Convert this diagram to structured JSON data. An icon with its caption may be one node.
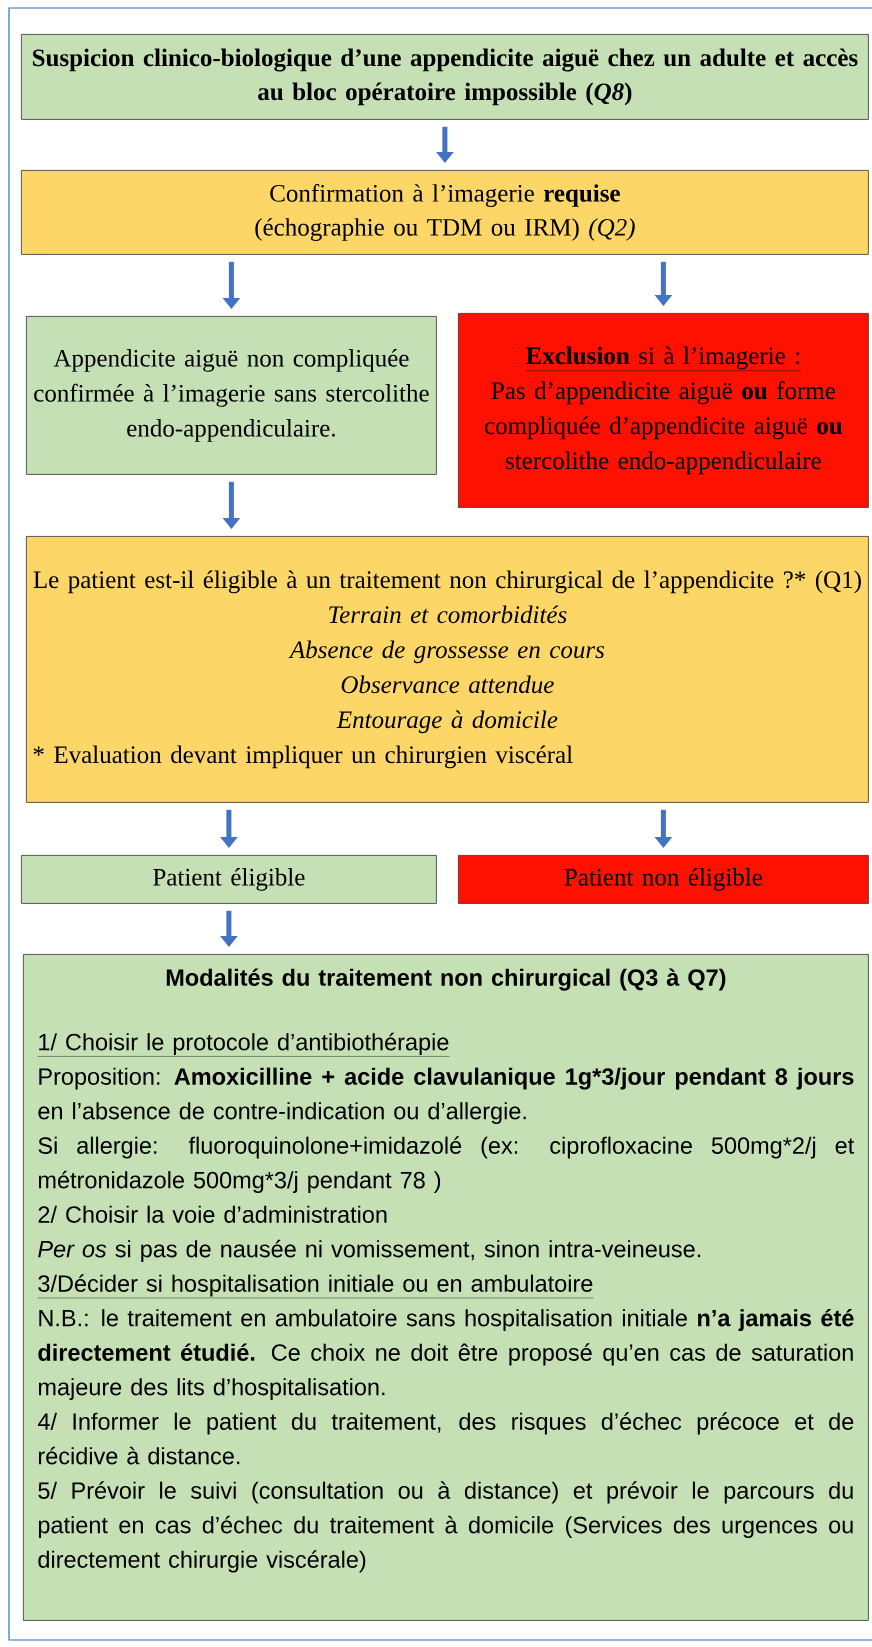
{
  "diagram": {
    "nodes": [
      {
        "text": [
          "Suspicion clinico-biologique d’une appendicite aiguë chez un adulte et accès au bloc opératoire impossible (*Q8*)"
        ]
      },
      {
        "text": [
          "Confirmation à l’imagerie **requise**",
          "(échographie ou TDM ou IRM) *(Q2)*"
        ]
      },
      {
        "text": [
          "Appendicite aiguë non compliquée confirmée à l’imagerie sans stercolithe endo-appendiculaire."
        ]
      },
      {
        "text": [
          "**Exclusion** si à l’imagerie :",
          "Pas d’appendicite aiguë **ou** forme compliquée d’appendicite aiguë **ou** stercolithe endo-appendiculaire"
        ]
      },
      {
        "text": [
          "Le patient est-il éligible à un traitement non chirurgical de l’appendicite ?* (Q1)",
          "Terrain et comorbidités",
          "Absence de grossesse en cours",
          "Observance attendue",
          "Entourage à domicile",
          "* Evaluation devant impliquer un chirurgien viscéral"
        ]
      },
      {
        "text": [
          "Patient éligible"
        ]
      },
      {
        "text": [
          "Patient non éligible"
        ]
      },
      {
        "text": [
          "Modalités du traitement non chirurgical (Q3 à Q7)",
          "1/ Choisir le protocole d’antibiothérapie",
          "Proposition: **Amoxicilline + acide clavulanique 1g*3/jour pendant 8 jours** en l’absence de contre-indication ou d’allergie.",
          "Si allergie: fluoroquinolone+imidazolé (ex: ciprofloxacine 500mg*2/j et métronidazole 500mg*3/j pendant 78 )",
          "2/ Choisir la voie d’administration",
          "*Per os* si pas de nausée ni vomissement, sinon intra-veineuse.",
          "3/Décider si hospitalisation initiale ou en ambulatoire",
          "N.B.: le traitement en ambulatoire sans hospitalisation initiale **n’a jamais été directement étudié.** Ce choix ne doit être proposé qu’en cas de saturation majeure des lits d’hospitalisation.",
          "4/ Informer le patient du traitement, des risques d’échec précoce et de récidive à distance.",
          "5/ Prévoir le suivi (consultation ou à distance) et prévoir le parcours du patient en cas d’échec du traitement à domicile (Services des urgences ou directement chirurgie viscérale)"
        ]
      }
    ],
    "edges": [
      {
        "from": 0,
        "to": 1,
        "arrow": "to"
      },
      {
        "from": 1,
        "to": 2,
        "arrow": "to"
      },
      {
        "from": 1,
        "to": 3,
        "arrow": "to"
      },
      {
        "from": 2,
        "to": 4,
        "arrow": "to"
      },
      {
        "from": 4,
        "to": 5,
        "arrow": "to"
      },
      {
        "from": 4,
        "to": 6,
        "arrow": "to"
      },
      {
        "from": 5,
        "to": 7,
        "arrow": "to"
      }
    ]
  }
}
